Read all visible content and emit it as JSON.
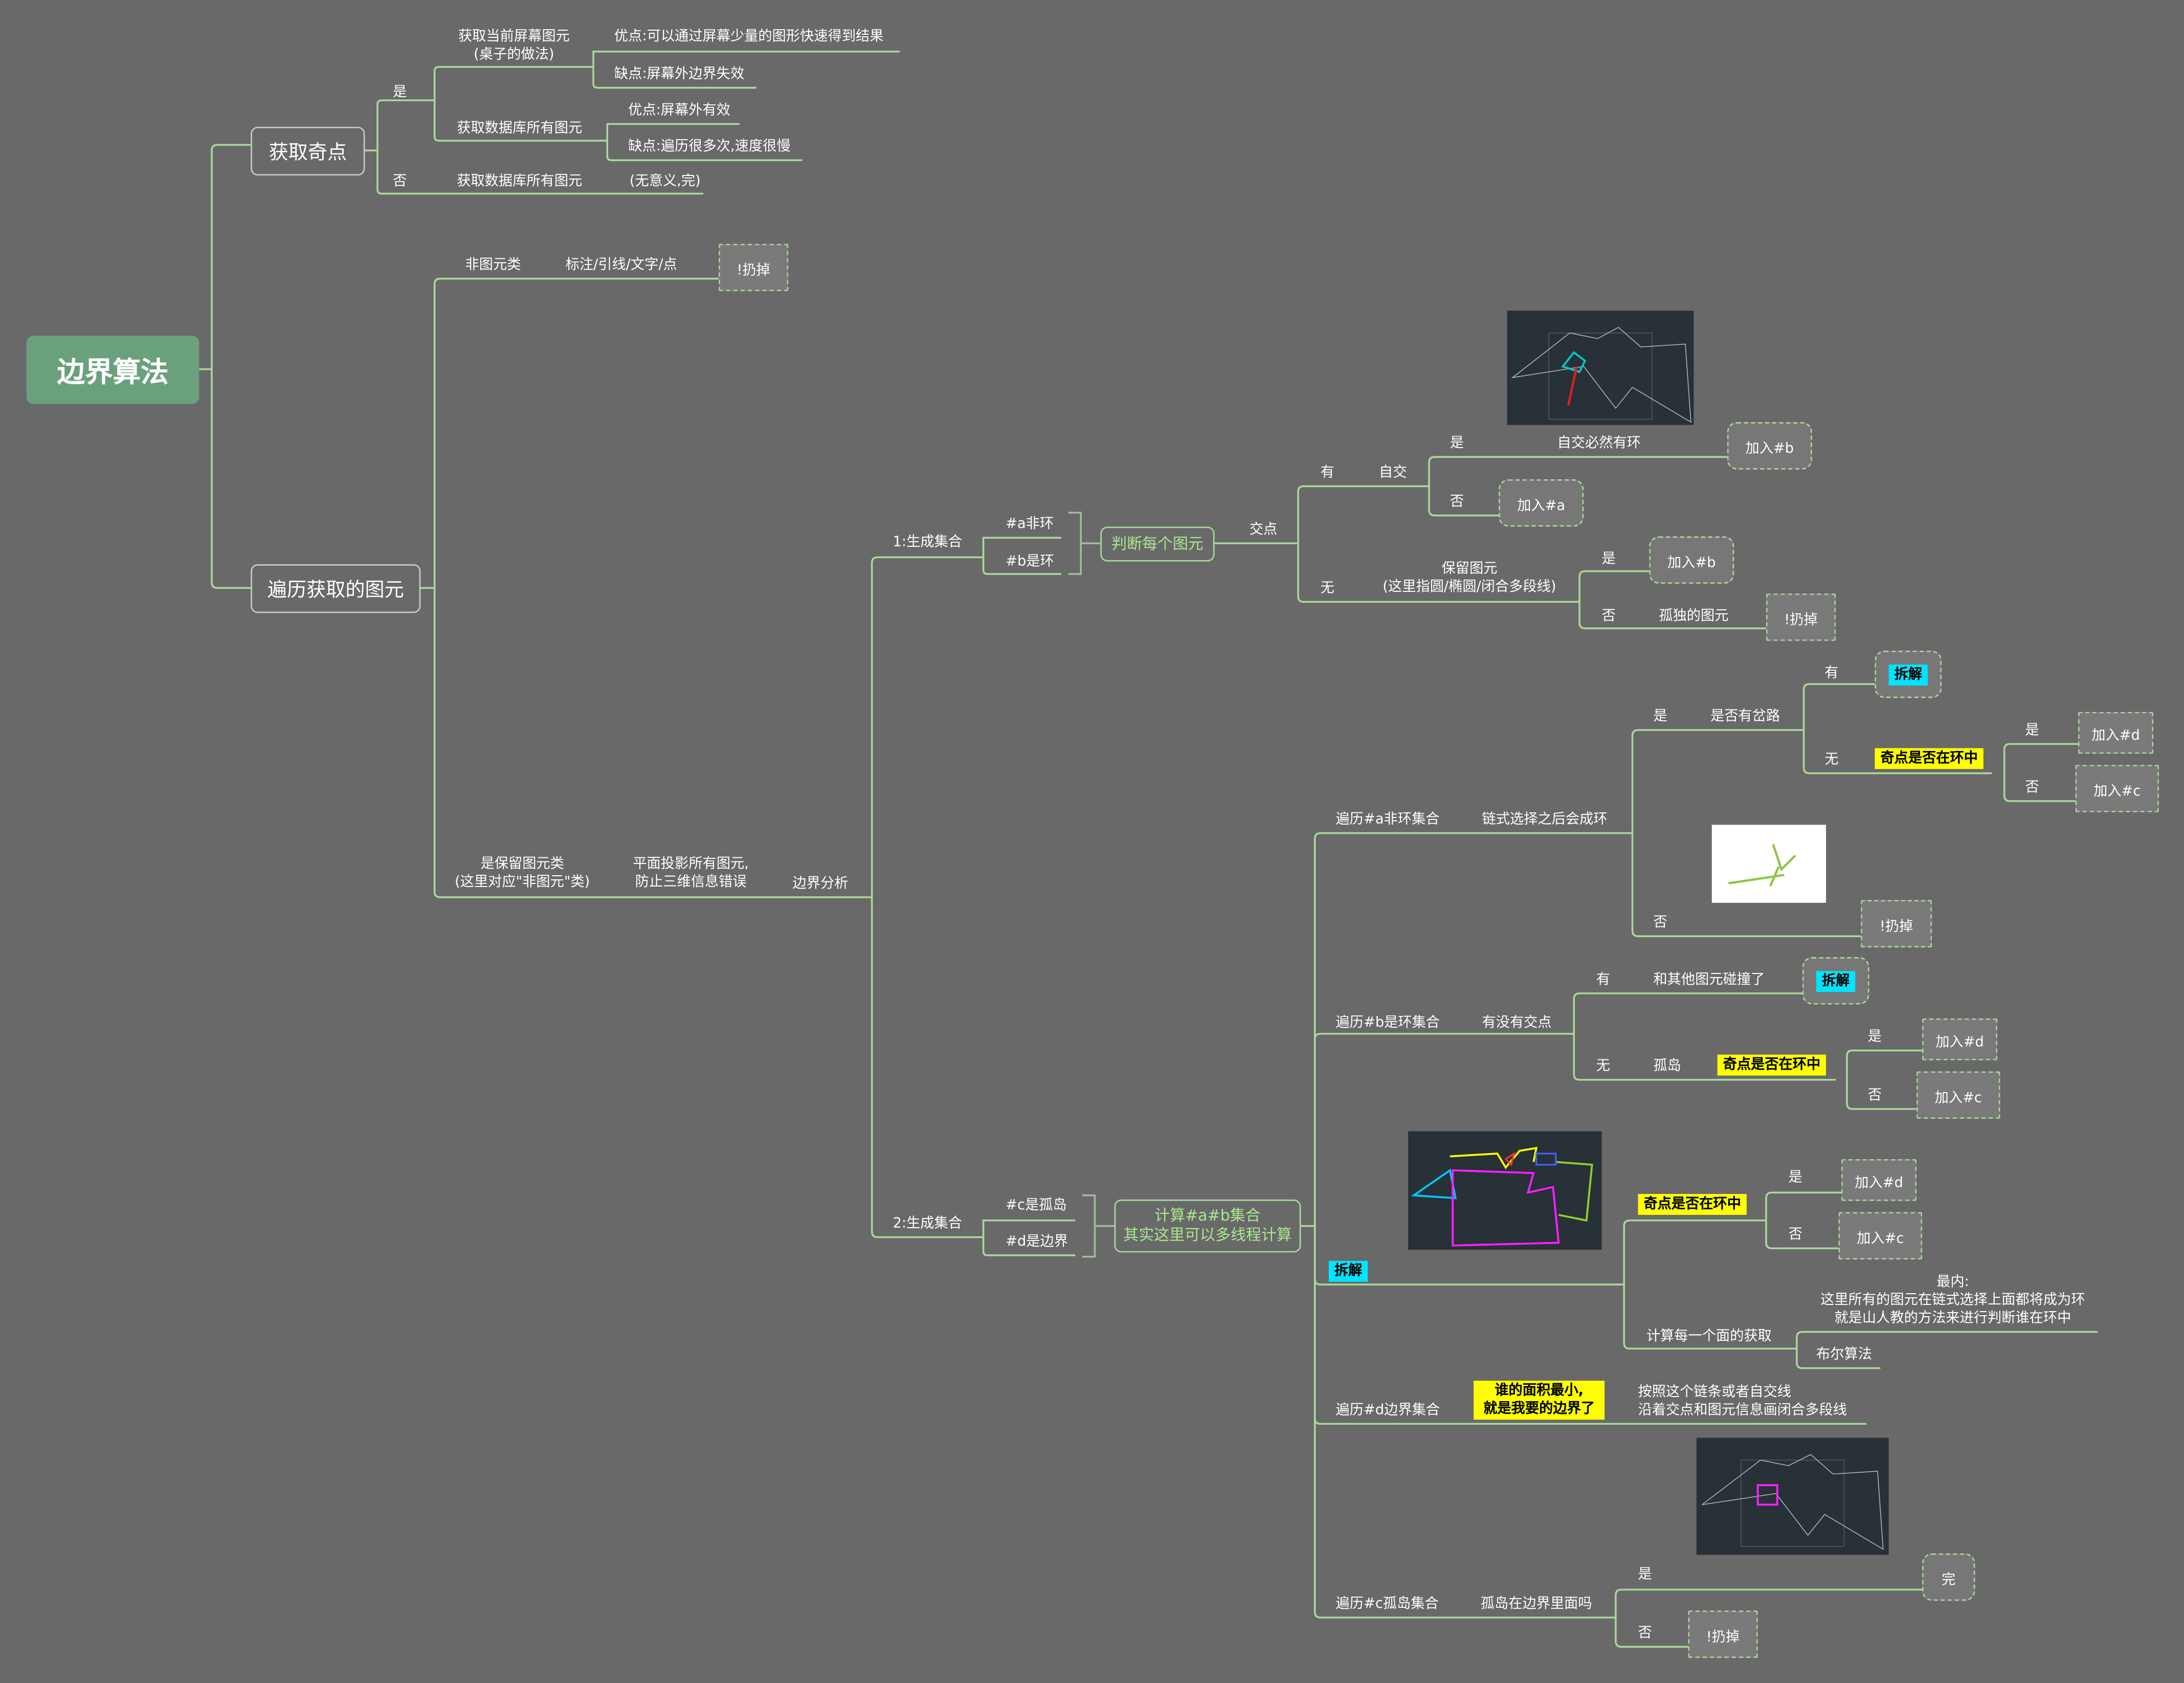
{
  "root": "边界算法",
  "branches": {
    "singular": "获取奇点",
    "traverse": "遍历获取的图元"
  },
  "singular": {
    "yes": "是",
    "no": "否",
    "screen_method": "获取当前屏幕图元\n(桌子的做法)",
    "screen_pro": "优点:可以通过屏幕少量的图形快速得到结果",
    "screen_con": "缺点:屏幕外边界失效",
    "db_method": "获取数据库所有图元",
    "db_pro": "优点:屏幕外有效",
    "db_con": "缺点:遍历很多次,速度很慢",
    "db_method2": "获取数据库所有图元",
    "db_result": "(无意义,完)"
  },
  "traverse": {
    "non_entity": "非图元类",
    "non_entity_items": "标注/引线/文字/点",
    "discard": "!扔掉",
    "keep": "是保留图元类\n(这里对应\"非图元\"类)",
    "projection": "平面投影所有图元,\n防止三维信息错误",
    "boundary_analysis": "边界分析"
  },
  "gen1": {
    "label": "1:生成集合",
    "a": "#a非环",
    "b": "#b是环",
    "judge": "判断每个图元",
    "intersect": "交点",
    "has": "有",
    "none": "无",
    "self_intersect": "自交",
    "yes": "是",
    "no": "否",
    "self_ring": "自交必然有环",
    "add_b": "加入#b",
    "add_a": "加入#a",
    "keep_entity": "保留图元\n(这里指圆/椭圆/闭合多段线)",
    "yes2": "是",
    "no2": "否",
    "add_b2": "加入#b",
    "isolated": "孤独的图元",
    "discard": "!扔掉"
  },
  "gen2": {
    "label": "2:生成集合",
    "c": "#c是孤岛",
    "d": "#d是边界",
    "compute": "计算#a#b集合\n其实这里可以多线程计算"
  },
  "traverse_a": {
    "label": "遍历#a非环集合",
    "chain": "链式选择之后会成环",
    "yes": "是",
    "fork_q": "是否有岔路",
    "has": "有",
    "split": "拆解",
    "none": "无",
    "in_ring": "奇点是否在环中",
    "yes2": "是",
    "add_d": "加入#d",
    "no2": "否",
    "add_c": "加入#c",
    "no": "否",
    "discard": "!扔掉"
  },
  "traverse_b": {
    "label": "遍历#b是环集合",
    "has_intersect": "有没有交点",
    "has": "有",
    "collide": "和其他图元碰撞了",
    "split": "拆解",
    "none": "无",
    "island": "孤岛",
    "in_ring": "奇点是否在环中",
    "yes": "是",
    "add_d": "加入#d",
    "no": "否",
    "add_c": "加入#c"
  },
  "split_section": {
    "label": "拆解",
    "in_ring": "奇点是否在环中",
    "yes": "是",
    "add_d": "加入#d",
    "no": "否",
    "add_c": "加入#c",
    "each_face": "计算每一个面的获取",
    "innermost": "最内:\n这里所有的图元在链式选择上面都将成为环\n就是山人教的方法来进行判断谁在环中",
    "boolean": "布尔算法"
  },
  "traverse_d": {
    "label": "遍历#d边界集合",
    "smallest": "谁的面积最小,\n就是我要的边界了",
    "draw": "按照这个链条或者自交线\n沿着交点和图元信息画闭合多段线"
  },
  "traverse_c": {
    "label": "遍历#c孤岛集合",
    "island_in": "孤岛在边界里面吗",
    "yes": "是",
    "done": "完",
    "no": "否",
    "discard": "!扔掉"
  }
}
